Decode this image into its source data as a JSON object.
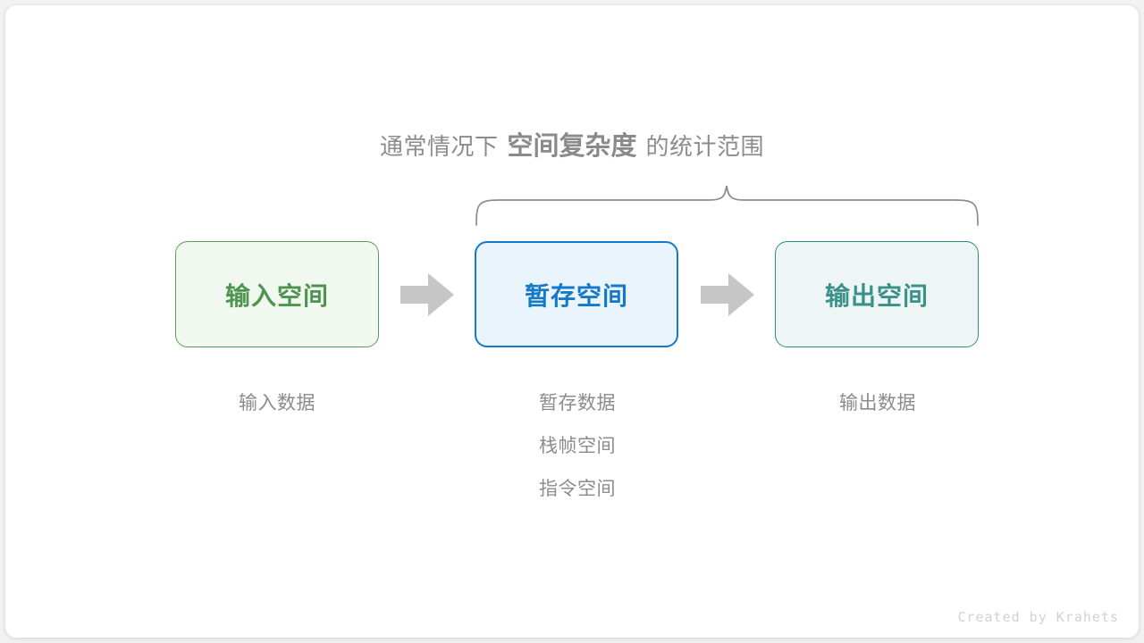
{
  "figure": {
    "title": {
      "prefix": "通常情况下",
      "emphasis": "空间复杂度",
      "suffix": "的统计范围"
    },
    "brace": {
      "label": "scope-brace",
      "color": "#8c8c8c",
      "spans": [
        "暂存空间",
        "输出空间"
      ]
    },
    "stages": [
      {
        "key": "input",
        "box_label": "输入空间",
        "box_color": "#4e9450",
        "border_color": "#5a9c55",
        "fill_color": "#f1f8ef",
        "captions": [
          "输入数据"
        ]
      },
      {
        "key": "temp",
        "box_label": "暂存空间",
        "box_color": "#1679c8",
        "border_color": "#1679c8",
        "fill_color": "#e9f4fc",
        "captions": [
          "暂存数据",
          "栈帧空间",
          "指令空间"
        ]
      },
      {
        "key": "output",
        "box_label": "输出空间",
        "box_color": "#3a9189",
        "border_color": "#2e8b83",
        "fill_color": "#edf6f4",
        "captions": [
          "输出数据"
        ]
      }
    ],
    "arrows": [
      {
        "key": "arrow-1",
        "color": "#c6c6c6"
      },
      {
        "key": "arrow-2",
        "color": "#c6c6c6"
      }
    ],
    "watermark": "Created by Krahets"
  }
}
